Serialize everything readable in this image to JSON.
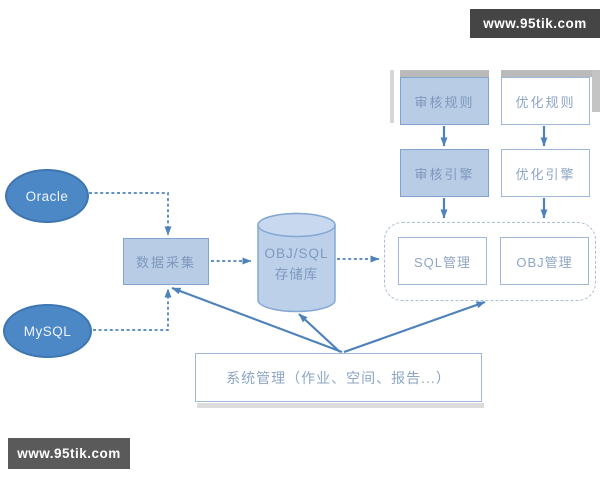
{
  "watermarks": {
    "top_right": "www.95tik.com",
    "bottom_left": "www.95tik.com"
  },
  "nodes": {
    "oracle": {
      "label": "Oracle"
    },
    "mysql": {
      "label": "MySQL"
    },
    "data_collection": {
      "label": "数据采集"
    },
    "repository": {
      "line1": "OBJ/SQL",
      "line2": "存储库"
    },
    "audit_rules": {
      "label": "审核规则"
    },
    "optimize_rules": {
      "label": "优化规则"
    },
    "audit_engine": {
      "label": "审核引擎"
    },
    "optimize_engine": {
      "label": "优化引擎"
    },
    "sql_management": {
      "label": "SQL管理"
    },
    "obj_management": {
      "label": "OBJ管理"
    },
    "system_management": {
      "label": "系统管理（作业、空间、报告...）"
    }
  },
  "colors": {
    "node_fill_blue": "#b9cce6",
    "node_border_blue": "#7fa5cf",
    "node_white_border": "#9db8d8",
    "node_text": "#8da5c4",
    "ellipse_fill": "#4d88c6",
    "ellipse_border": "#3e76b1",
    "arrow_blue": "#4d82bb",
    "dashed_container_border": "#aabdd2",
    "cylinder_fill": "#bdd0ea",
    "cylinder_border": "#85a8d3",
    "watermark_bg_top": "#454545",
    "watermark_bg_bottom": "#5a5a5a",
    "shadow_gray": "#bababa"
  }
}
